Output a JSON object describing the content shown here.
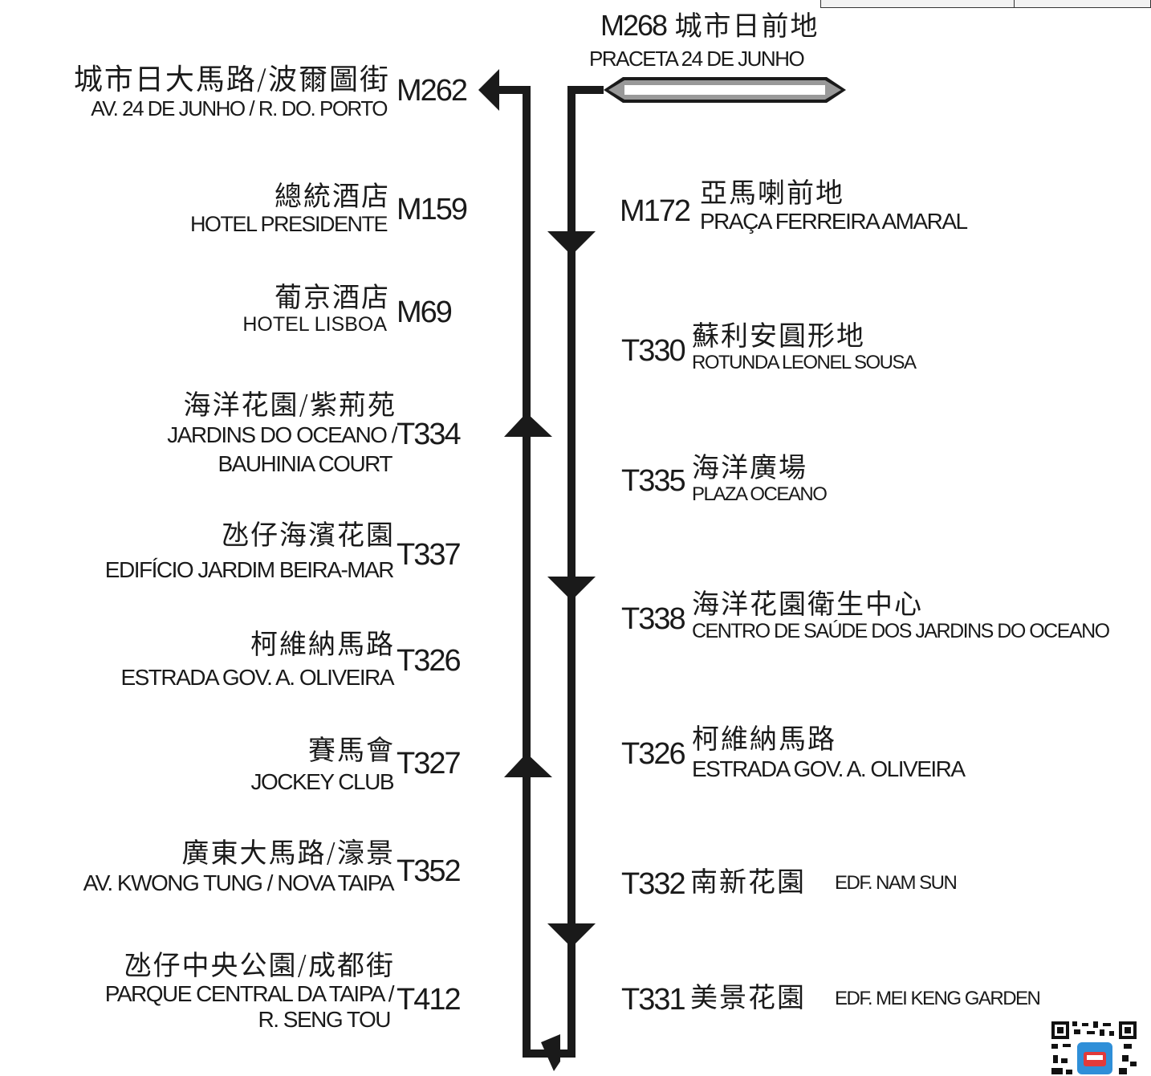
{
  "terminus": {
    "code": "M268",
    "name_cn": "城市日前地",
    "name_pt": "PRACETA 24 DE JUNHO"
  },
  "left_stops": [
    {
      "code": "M262",
      "name_cn": "城市日大馬路/波爾圖街",
      "name_pt": "AV. 24 DE JUNHO / R. DO. PORTO"
    },
    {
      "code": "M159",
      "name_cn": "總統酒店",
      "name_pt": "HOTEL PRESIDENTE"
    },
    {
      "code": "M69",
      "name_cn": "葡京酒店",
      "name_pt": "HOTEL LISBOA"
    },
    {
      "code": "T334",
      "name_cn": "海洋花園/紫荊苑",
      "name_pt": "JARDINS DO OCEANO /",
      "name_pt2": "BAUHINIA COURT"
    },
    {
      "code": "T337",
      "name_cn": "氹仔海濱花園",
      "name_pt": "EDIFÍCIO JARDIM BEIRA-MAR"
    },
    {
      "code": "T326",
      "name_cn": "柯維納馬路",
      "name_pt": "ESTRADA GOV. A. OLIVEIRA"
    },
    {
      "code": "T327",
      "name_cn": "賽馬會",
      "name_pt": "JOCKEY CLUB"
    },
    {
      "code": "T352",
      "name_cn": "廣東大馬路/濠景",
      "name_pt": "AV. KWONG TUNG / NOVA TAIPA"
    },
    {
      "code": "T412",
      "name_cn": "氹仔中央公園/成都街",
      "name_pt": "PARQUE CENTRAL DA TAIPA /",
      "name_pt2": "R. SENG TOU"
    }
  ],
  "right_stops": [
    {
      "code": "M172",
      "name_cn": "亞馬喇前地",
      "name_pt": "PRAÇA FERREIRA AMARAL"
    },
    {
      "code": "T330",
      "name_cn": "蘇利安圓形地",
      "name_pt": "ROTUNDA LEONEL SOUSA"
    },
    {
      "code": "T335",
      "name_cn": "海洋廣場",
      "name_pt": "PLAZA OCEANO"
    },
    {
      "code": "T338",
      "name_cn": "海洋花園衛生中心",
      "name_pt": "CENTRO DE SAÚDE DOS JARDINS DO OCEANO"
    },
    {
      "code": "T326",
      "name_cn": "柯維納馬路",
      "name_pt": "ESTRADA GOV. A. OLIVEIRA"
    },
    {
      "code": "T332",
      "name_cn": "南新花園",
      "name_pt": "EDF. NAM SUN"
    },
    {
      "code": "T331",
      "name_cn": "美景花園",
      "name_pt": "EDF. MEI KENG GARDEN"
    }
  ],
  "colors": {
    "route_line": "#1a1a1a",
    "terminus_band": "#999999",
    "background": "#ffffff"
  },
  "icons": {
    "qr_code": "qr-code-icon",
    "route_arrow": "arrow-icon"
  }
}
